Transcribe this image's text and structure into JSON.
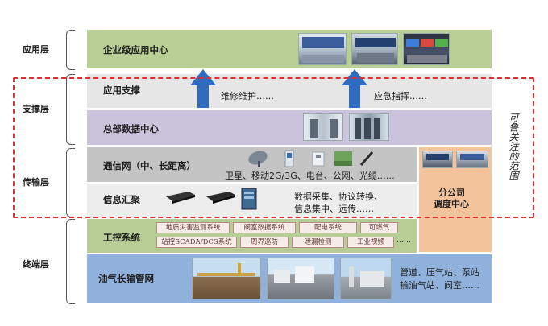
{
  "layers": {
    "application": "应用层",
    "support": "支撑层",
    "transport": "传输层",
    "terminal": "终端层"
  },
  "rows": {
    "enterprise_center": "企业级应用中心",
    "app_support": "应用支撑",
    "hq_data_center": "总部数据中心",
    "comm_network": "通信网（中、长距离）",
    "info_aggregation": "信息汇聚",
    "industrial_control": "工控系统",
    "pipeline": "油气长输管网"
  },
  "arrows": {
    "left_label": "维修维护……",
    "right_label": "应急指挥……"
  },
  "comm_desc": "卫星、移动2G/3G、电台、公网、光缆……",
  "info_desc_line1": "数据采集、协议转换、",
  "info_desc_line2": "信息集中、远传……",
  "branch_line1": "分公司",
  "branch_line2": "调度中心",
  "side_note": "可鲁关注的范围",
  "control_modules": [
    "地质灾害监测系统",
    "阀室数据系统",
    "配电系统",
    "可燃气",
    "站控SCADA/DCS系统",
    "周界巡防",
    "泄漏检测",
    "工业视频"
  ],
  "control_more": "……",
  "pipeline_desc_line1": "管道、压气站、泵站",
  "pipeline_desc_line2": "输油气站、阀室……",
  "colors": {
    "application_band": "#b9cf94",
    "support_band": "#e6e6e6",
    "data_center_band": "#cbc3dc",
    "comm_band": "#c4c4c4",
    "branch_panel": "#f3c39c",
    "control_band": "#b7cd95",
    "pipeline_band": "#8fb1dc",
    "arrow": "#2f6bbf",
    "dashed_border": "#e52b2b"
  }
}
